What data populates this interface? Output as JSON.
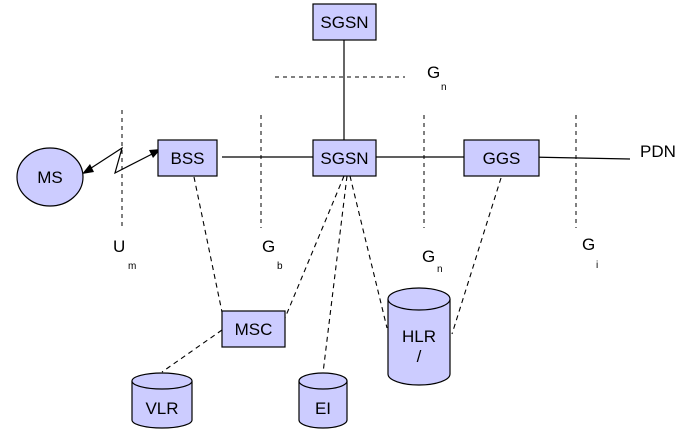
{
  "colors": {
    "node_fill": "#ccccff",
    "stroke": "#000000",
    "background": "#ffffff"
  },
  "nodes": {
    "sgsn_top": "SGSN",
    "ms": "MS",
    "bss": "BSS",
    "sgsn": "SGSN",
    "ggs": "GGS",
    "pdn": "PDN",
    "msc": "MSC",
    "vlr": "VLR",
    "ei": "EI",
    "hlr_line1": "HLR",
    "hlr_line2": "/"
  },
  "interfaces": {
    "gn_top": {
      "main": "G",
      "sub": "n"
    },
    "um": {
      "main": "U",
      "sub": "m"
    },
    "gb": {
      "main": "G",
      "sub": "b"
    },
    "gn": {
      "main": "G",
      "sub": "n"
    },
    "gi": {
      "main": "G",
      "sub": "i"
    }
  }
}
